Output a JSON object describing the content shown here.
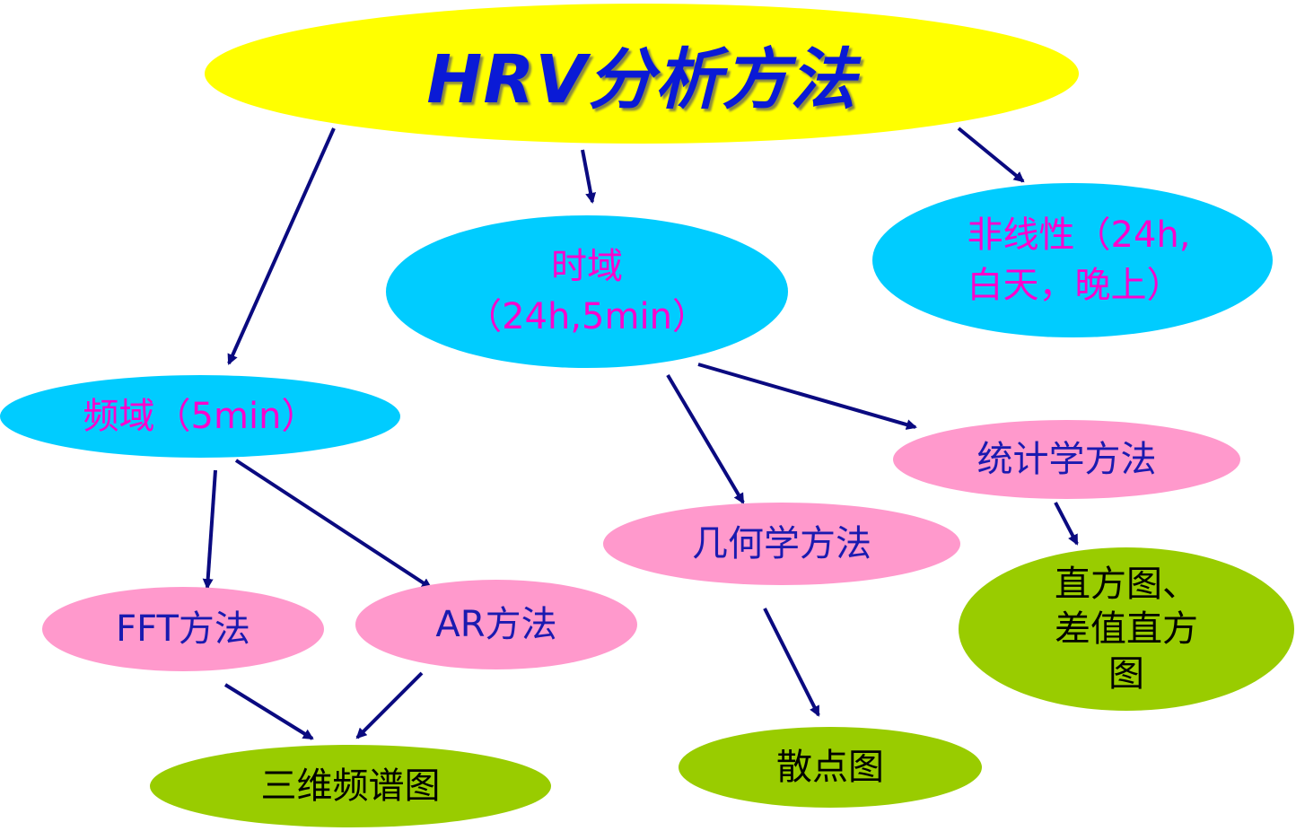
{
  "colors": {
    "root_fill": "#ffff00",
    "root_text": "#0a1ad6",
    "domain_fill": "#00ccff",
    "domain_text": "#ff00cc",
    "method_fill": "#ff99cc",
    "method_text": "#1a1ab0",
    "output_fill": "#99cc00",
    "output_text": "#000000",
    "arrow": "#0a0a80"
  },
  "nodes": {
    "root": "HRV分析方法",
    "time_domain": "时域\n（24h,5min）",
    "frequency_domain": "频域（5min）",
    "nonlinear": "非线性（24h,\n白天，晚上）",
    "statistical": "统计学方法",
    "geometric": "几何学方法",
    "fft": "FFT方法",
    "ar": "AR方法",
    "spectrum_3d": "三维频谱图",
    "scatter": "散点图",
    "histogram": "直方图、\n差值直方\n图"
  }
}
